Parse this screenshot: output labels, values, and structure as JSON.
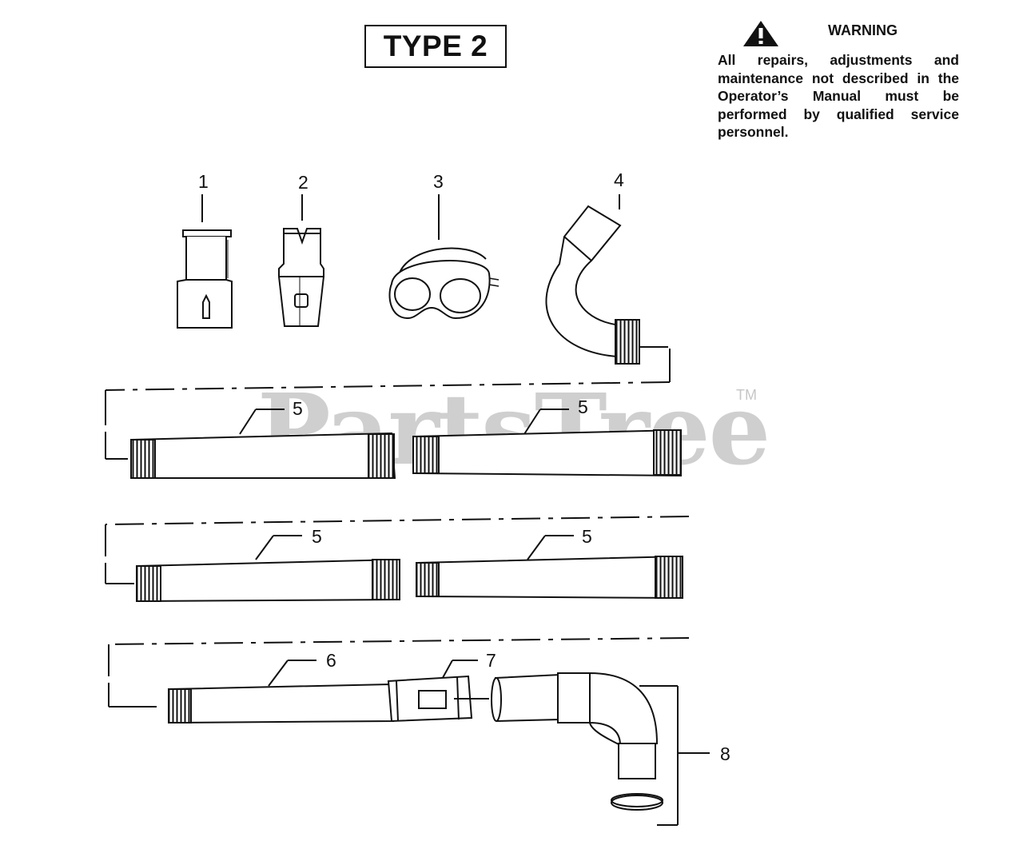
{
  "header": {
    "type_label": "TYPE 2"
  },
  "warning": {
    "title": "WARNING",
    "icon": "warning-triangle-icon",
    "text": "All repairs, adjustments and maintenance not described in the Operator’s Manual must be performed by qualified service personnel."
  },
  "watermark": {
    "brand": "PartsTree",
    "tm": "TM"
  },
  "callouts": {
    "c1": "1",
    "c2": "2",
    "c3": "3",
    "c4": "4",
    "c5a": "5",
    "c5b": "5",
    "c5c": "5",
    "c5d": "5",
    "c6": "6",
    "c7": "7",
    "c8": "8"
  },
  "colors": {
    "line": "#111111",
    "watermark": "#cfcfcf"
  }
}
